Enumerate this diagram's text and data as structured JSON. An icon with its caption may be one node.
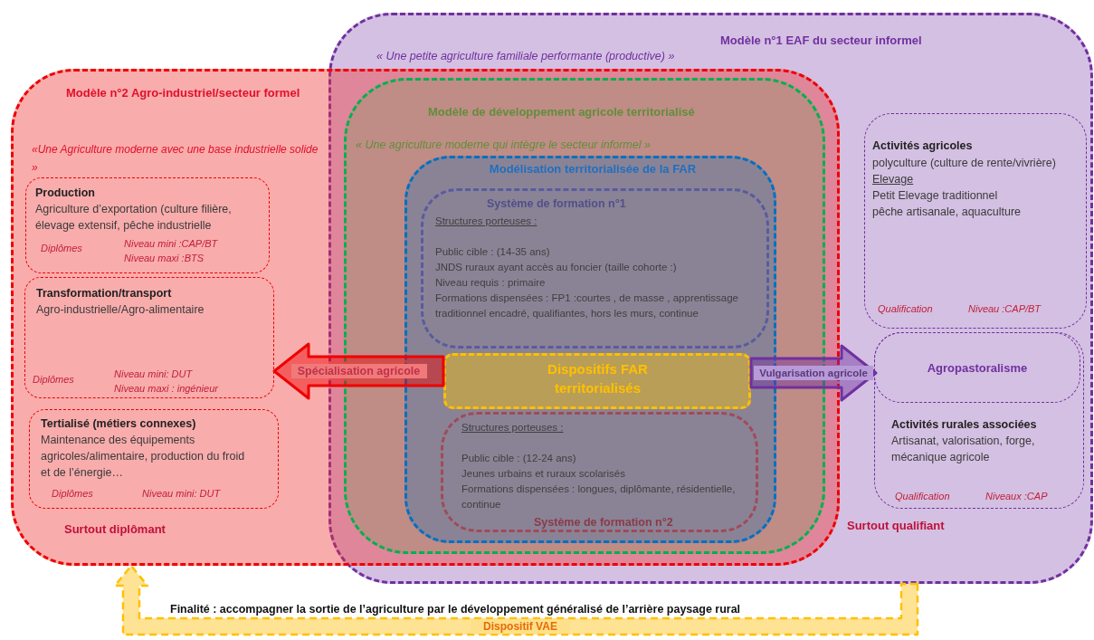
{
  "diagram": {
    "nodes": [
      {
        "text": [
          "Modèle n°1 EAF du secteur informel",
          "« Une petite agriculture familiale performante (productive) »",
          "Surtout qualifiant"
        ]
      },
      {
        "text": [
          "Modèle n°2 Agro-industriel/secteur formel",
          "«Une Agriculture moderne avec une base industrielle solide »",
          "Surtout diplômant"
        ]
      },
      {
        "text": [
          "Production",
          "Agriculture d’exportation (culture filière, élevage extensif, pêche industrielle",
          "Diplômes",
          "Niveau mini  :CAP/BT",
          "Niveau maxi :BTS"
        ],
        "in": 1
      },
      {
        "text": [
          "Transformation/transport",
          "Agro-industrielle/Agro-alimentaire",
          "Diplômes",
          "Niveau mini: DUT",
          "Niveau maxi : ingénieur"
        ],
        "in": 1
      },
      {
        "text": [
          "Tertialisé (métiers connexes)",
          "Maintenance des équipements agricoles/alimentaire, production du froid et de l’énergie…",
          "Diplômes",
          "Niveau mini: DUT"
        ],
        "in": 1
      },
      {
        "text": [
          "Modèle de développement agricole territorialisé",
          "« Une agriculture moderne qui intègre le secteur informel »"
        ]
      },
      {
        "text": [
          "Modélisation territorialisée de la FAR"
        ],
        "in": 5
      },
      {
        "text": [
          "Système de formation n°1",
          "Structures porteuses :",
          "Public cible : (14-35 ans)",
          "JNDS ruraux ayant accès au foncier (taille cohorte :)",
          "Niveau requis : primaire",
          "Formations dispensées : FP1 :courtes , de masse , apprentissage traditionnel encadré, qualifiantes, hors les murs, continue"
        ],
        "in": 6
      },
      {
        "text": [
          "Dispositifs FAR territorialisés"
        ],
        "in": 6
      },
      {
        "text": [
          "Structures porteuses :",
          "Public cible : (12-24 ans)",
          "Jeunes urbains et ruraux scolarisés",
          "Formations dispensées : longues, diplômante, résidentielle, continue",
          "Système de formation n°2"
        ],
        "in": 6
      },
      {
        "text": [
          "Activités agricoles",
          "polyculture (culture de rente/vivrière)",
          "Elevage",
          "Petit Elevage traditionnel",
          "pêche artisanale, aquaculture",
          "Qualification",
          "Niveau :CAP/BT"
        ],
        "in": 0
      },
      {
        "text": [
          "Activités rurales associées",
          "Artisanat, valorisation, forge, mécanique agricole",
          "Qualification",
          "Niveaux :CAP"
        ],
        "in": 0
      },
      {
        "text": [
          "Agropastoralisme"
        ],
        "in": 11
      }
    ],
    "edges": [
      {
        "from": 8,
        "to": 3,
        "arrow": "to",
        "label": "Spécialisation agricole",
        "style": "thick",
        "color": "#ee0000"
      },
      {
        "from": 8,
        "to": 12,
        "arrow": "to",
        "label": "Vulgarisation agricole",
        "style": "thick",
        "color": "#7030a0"
      },
      {
        "from": 0,
        "to": 1,
        "arrow": "to",
        "label": "Dispositif VAE",
        "style": "dashed",
        "color": "#ffc000"
      }
    ],
    "labels": [
      "Finalité : accompagner la sortie de l’agriculture par le développement généralisé de l’arrière paysage rural"
    ]
  }
}
